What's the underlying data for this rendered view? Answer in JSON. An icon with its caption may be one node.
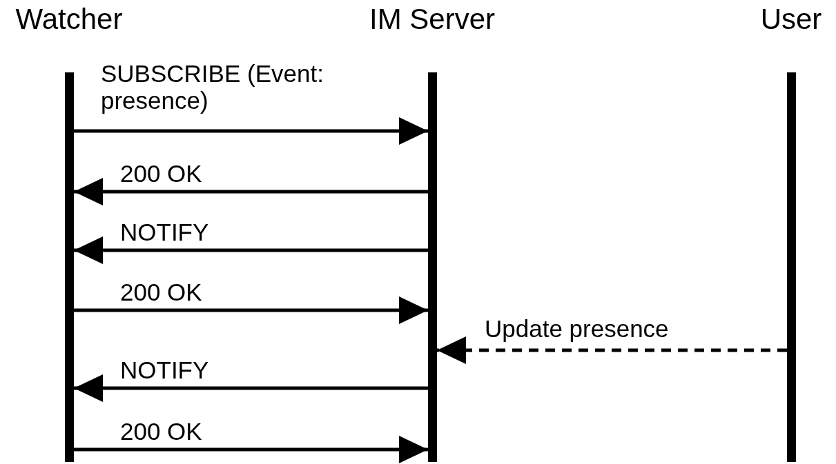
{
  "diagram": {
    "nodes": [
      {
        "text": [
          "Watcher"
        ]
      },
      {
        "text": [
          "IM Server"
        ]
      },
      {
        "text": [
          "User"
        ]
      }
    ],
    "edges": [
      {
        "from": 0,
        "to": 1,
        "arrow": "to",
        "label": "SUBSCRIBE (Event: presence)"
      },
      {
        "from": 1,
        "to": 0,
        "arrow": "to",
        "label": "200 OK"
      },
      {
        "from": 1,
        "to": 0,
        "arrow": "to",
        "label": "NOTIFY"
      },
      {
        "from": 0,
        "to": 1,
        "arrow": "to",
        "label": "200 OK"
      },
      {
        "from": 2,
        "to": 1,
        "arrow": "to",
        "label": "Update presence",
        "style": "dashed"
      },
      {
        "from": 1,
        "to": 0,
        "arrow": "to",
        "label": "NOTIFY"
      },
      {
        "from": 0,
        "to": 1,
        "arrow": "to",
        "label": "200 OK"
      }
    ]
  }
}
